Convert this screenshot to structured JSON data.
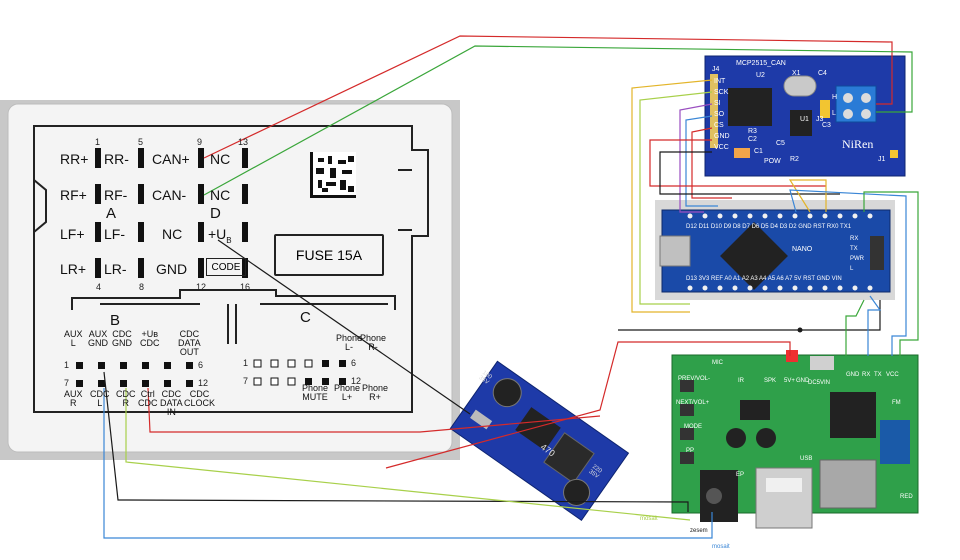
{
  "connector": {
    "row_labels": {
      "rr_plus": "RR+",
      "rr_minus": "RR-",
      "can_plus": "CAN+",
      "nc_1": "NC",
      "rf_plus": "RF+",
      "rf_minus": "RF-",
      "can_minus": "CAN-",
      "nc_2": "NC",
      "lf_plus": "LF+",
      "lf_minus": "LF-",
      "nc_3": "NC",
      "u_plus": "+U",
      "lr_plus": "LR+",
      "lr_minus": "LR-",
      "gnd": "GND"
    },
    "u_subscript": "B",
    "code_label": "CODE",
    "section_a": "A",
    "section_b": "B",
    "section_c": "C",
    "section_d": "D",
    "pin_numbers": {
      "p1": "1",
      "p5": "5",
      "p9": "9",
      "p13": "13",
      "p4": "4",
      "p8": "8",
      "p12": "12",
      "p16": "16"
    },
    "fuse_label": "FUSE 15A",
    "b_block": {
      "top": [
        "AUX\nL",
        "AUX\nGND",
        "CDC\nGND",
        "+Uʙ\nCDC",
        "CDC\nDATA\nOUT"
      ],
      "bottom": [
        "AUX\nR",
        "CDC\nL",
        "CDC\nR",
        "Ctrl\nCDC",
        "CDC\nDATA\nIN",
        "CDC\nCLOCK"
      ],
      "num_1": "1",
      "num_6": "6",
      "num_7": "7",
      "num_12": "12"
    },
    "c_block": {
      "top": [
        "Phone\nL-",
        "Phone\nR-"
      ],
      "bottom": [
        "Phone\nMUTE",
        "Phone\nL+",
        "Phone\nR+"
      ],
      "num_1": "1",
      "num_6": "6",
      "num_7": "7",
      "num_12": "12"
    }
  },
  "can_module": {
    "title": "MCP2515_CAN",
    "u2": "U2",
    "x1": "X1",
    "j4": "J4",
    "pins": [
      "INT",
      "SCK",
      "SI",
      "SO",
      "CS",
      "GND",
      "VCC"
    ],
    "brand": "NiRen",
    "labels": {
      "r3": "R3",
      "c2": "C2",
      "c3": "C3",
      "c1": "C1",
      "c5": "C5",
      "pow": "POW",
      "r2": "R2",
      "j1": "J1",
      "u1": "U1",
      "j3": "J3",
      "h": "H",
      "l": "L",
      "c4": "C4"
    }
  },
  "nano": {
    "top_pins": "D12 D11 D10 D9 D8 D7 D6 D5 D4 D3 D2 GND RST RX0 TX1",
    "bottom_pins": "D13 3V3 REF A0 A1 A2 A3 A4 A5 A6 A7 5V RST GND VIN",
    "leds": [
      "RX",
      "TX",
      "PWR",
      "L"
    ],
    "label": "NANO"
  },
  "bt_module": {
    "labels": [
      "PREV/VOL-",
      "NEXT/VOL+",
      "MODE",
      "PP",
      "MIC",
      "IR",
      "SPK",
      "5V+",
      "GND",
      "DC5VIN",
      "GND",
      "RX",
      "TX",
      "VCC",
      "USB",
      "FM",
      "RED",
      "EP"
    ]
  },
  "dc_converter": {
    "cap_label": "100\n35V",
    "inductor_label": "470",
    "cap2_label": "220\n35V"
  },
  "notes": {
    "n1": "mosait",
    "n2": "zesem",
    "n3": "mosait"
  },
  "wire_colors": {
    "red": "#d42a2a",
    "green": "#3aa63a",
    "black": "#1a1a1a",
    "blue": "#3a86d6",
    "yellow": "#e3b52a",
    "lime": "#a8d04a",
    "purple": "#9a4ec0",
    "orange": "#e8962a"
  }
}
